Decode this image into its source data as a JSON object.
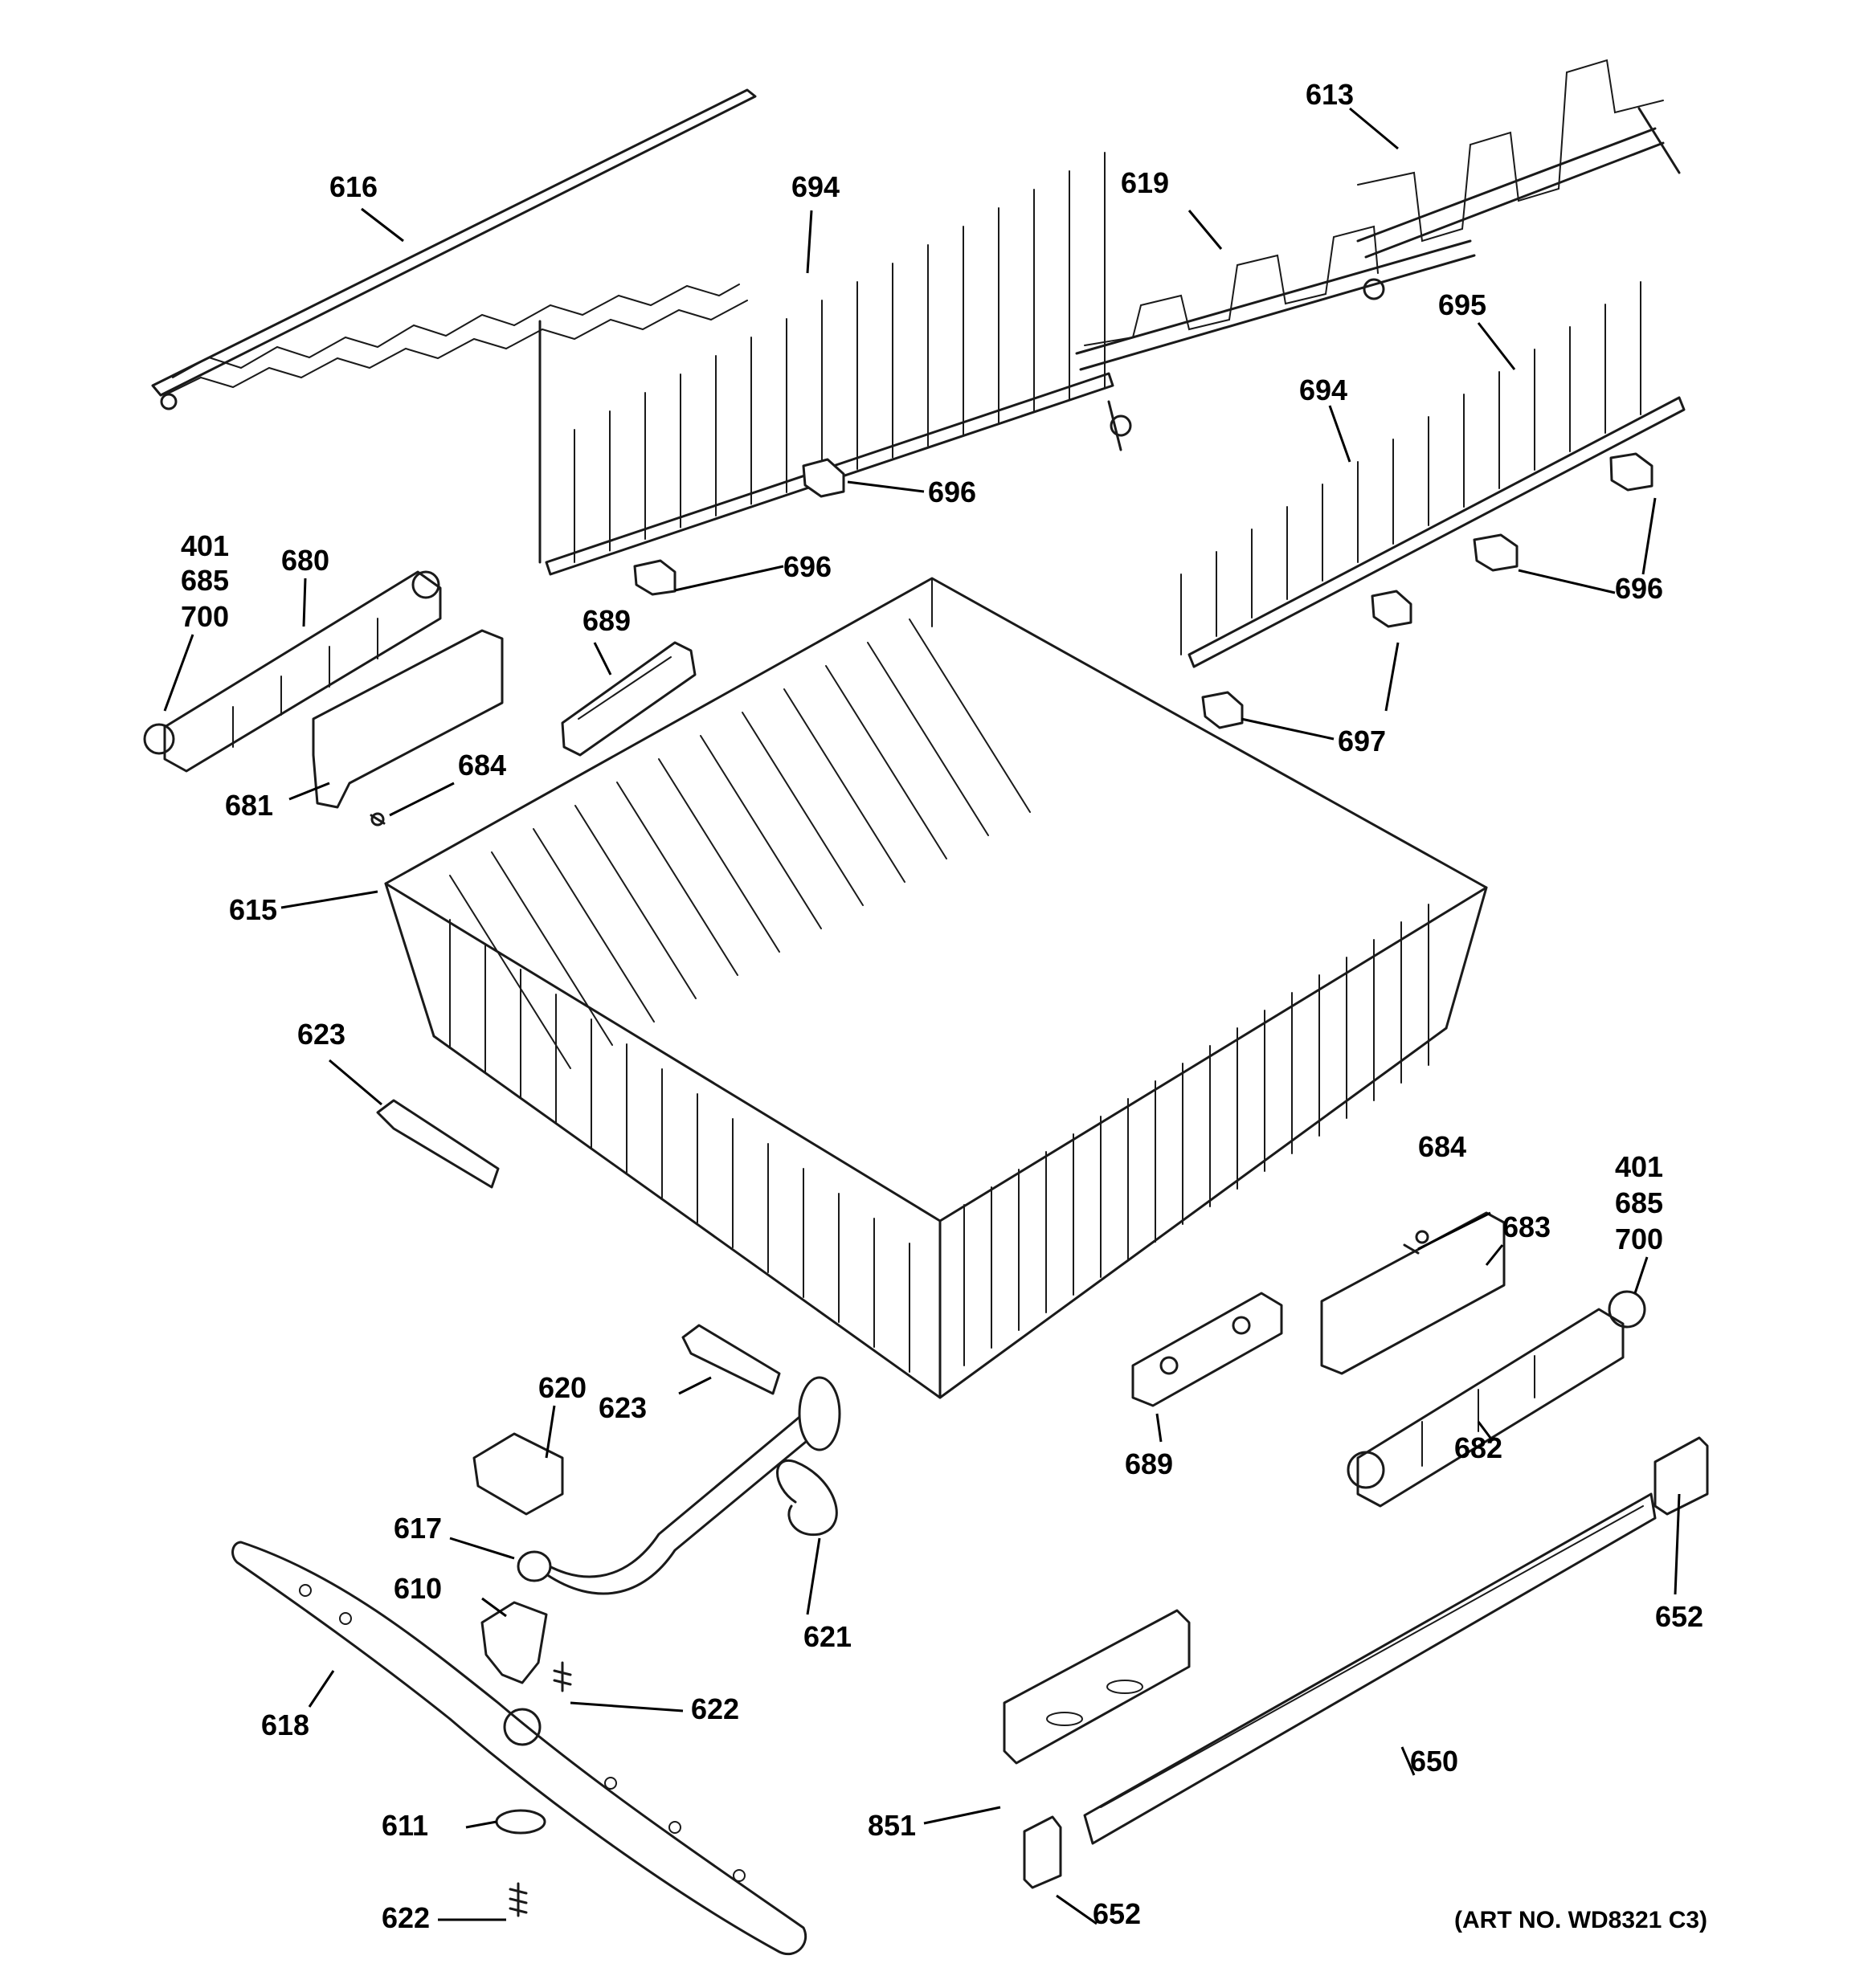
{
  "callouts": [
    {
      "id": "616",
      "label": "616"
    },
    {
      "id": "694a",
      "label": "694"
    },
    {
      "id": "619",
      "label": "619"
    },
    {
      "id": "613",
      "label": "613"
    },
    {
      "id": "695",
      "label": "695"
    },
    {
      "id": "694b",
      "label": "694"
    },
    {
      "id": "696a",
      "label": "696"
    },
    {
      "id": "696b",
      "label": "696"
    },
    {
      "id": "696c",
      "label": "696"
    },
    {
      "id": "401a",
      "label": "401"
    },
    {
      "id": "685a",
      "label": "685"
    },
    {
      "id": "700a",
      "label": "700"
    },
    {
      "id": "680",
      "label": "680"
    },
    {
      "id": "689a",
      "label": "689"
    },
    {
      "id": "684a",
      "label": "684"
    },
    {
      "id": "681",
      "label": "681"
    },
    {
      "id": "697",
      "label": "697"
    },
    {
      "id": "615",
      "label": "615"
    },
    {
      "id": "623a",
      "label": "623"
    },
    {
      "id": "684b",
      "label": "684"
    },
    {
      "id": "401b",
      "label": "401"
    },
    {
      "id": "685b",
      "label": "685"
    },
    {
      "id": "700b",
      "label": "700"
    },
    {
      "id": "683",
      "label": "683"
    },
    {
      "id": "620",
      "label": "620"
    },
    {
      "id": "623b",
      "label": "623"
    },
    {
      "id": "689b",
      "label": "689"
    },
    {
      "id": "682",
      "label": "682"
    },
    {
      "id": "617",
      "label": "617"
    },
    {
      "id": "610",
      "label": "610"
    },
    {
      "id": "621",
      "label": "621"
    },
    {
      "id": "652a",
      "label": "652"
    },
    {
      "id": "622a",
      "label": "622"
    },
    {
      "id": "618",
      "label": "618"
    },
    {
      "id": "650",
      "label": "650"
    },
    {
      "id": "611",
      "label": "611"
    },
    {
      "id": "851",
      "label": "851"
    },
    {
      "id": "622b",
      "label": "622"
    },
    {
      "id": "652b",
      "label": "652"
    }
  ],
  "art_number": "(ART NO. WD8321 C3)"
}
